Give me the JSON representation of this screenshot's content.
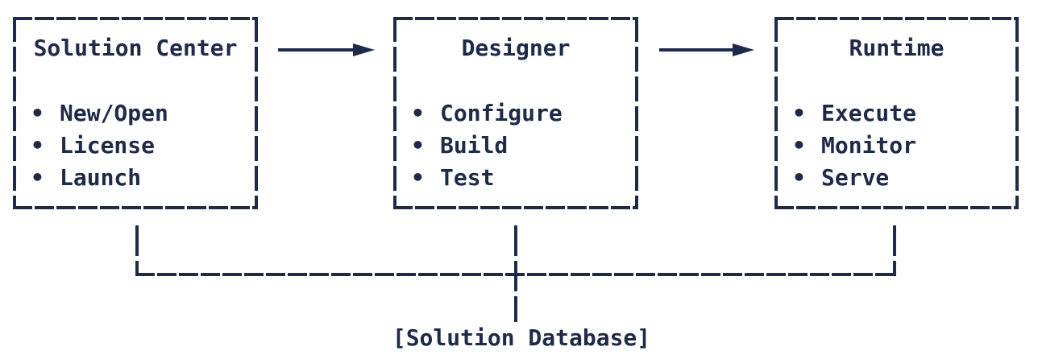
{
  "diagram": {
    "title_hint": "Solution lifecycle flow diagram",
    "bullet_glyph": "•",
    "bottom_label": "[Solution Database]",
    "colors": {
      "ink": "#1e2a4a",
      "background": "#ffffff"
    },
    "boxes": [
      {
        "title": "Solution Center",
        "items": [
          "New/Open",
          "License",
          "Launch"
        ]
      },
      {
        "title": "Designer",
        "items": [
          "Configure",
          "Build",
          "Test"
        ]
      },
      {
        "title": "Runtime",
        "items": [
          "Execute",
          "Monitor",
          "Serve"
        ]
      }
    ],
    "connections": [
      {
        "from": "Solution Center",
        "to": "Designer",
        "type": "arrow"
      },
      {
        "from": "Designer",
        "to": "Runtime",
        "type": "arrow"
      },
      {
        "from": "all boxes",
        "to": "[Solution Database]",
        "type": "bus"
      }
    ]
  }
}
